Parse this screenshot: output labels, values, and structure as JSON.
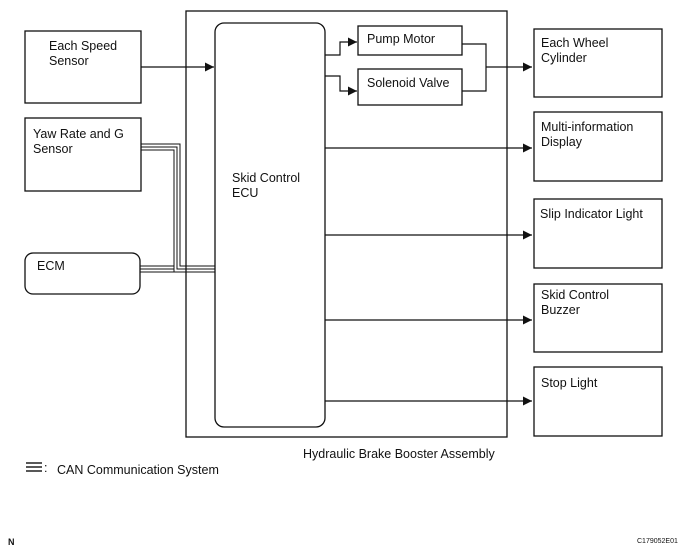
{
  "inputs": {
    "speed_sensor": [
      "Each Speed",
      "Sensor"
    ],
    "yaw_sensor": [
      "Yaw Rate and G",
      "Sensor"
    ],
    "ecm": "ECM"
  },
  "ecu": [
    "Skid Control",
    "ECU"
  ],
  "actuators": {
    "pump_motor": "Pump Motor",
    "solenoid_valve": "Solenoid Valve"
  },
  "outputs": {
    "wheel_cylinder": [
      "Each Wheel",
      "Cylinder"
    ],
    "multi_display": [
      "Multi-information",
      "Display"
    ],
    "slip_light": "Slip Indicator Light",
    "buzzer": [
      "Skid Control",
      "Buzzer"
    ],
    "stop_light": "Stop Light"
  },
  "assembly_label": "Hydraulic Brake Booster Assembly",
  "legend": {
    "symbol": ":",
    "label": "CAN Communication System"
  },
  "footer": {
    "left": "N",
    "right": "C179052E01"
  }
}
